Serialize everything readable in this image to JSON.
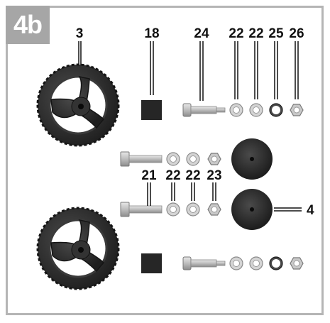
{
  "step": "4b",
  "labels": {
    "wheel": "3",
    "block": "18",
    "axle_bolt": "24",
    "washer_a": "22",
    "washer_b": "22",
    "spring_washer": "25",
    "nut": "26",
    "hex_bolt": "21",
    "washer_c": "22",
    "washer_d": "22",
    "lock_nut": "23",
    "disc_wheel": "4"
  },
  "colors": {
    "frame": "#b5b5b5",
    "badge": "#a6a6a6",
    "rubber": "#2b2b2b",
    "metal": "#cfcfcf",
    "metal_dark": "#8a8a8a"
  }
}
